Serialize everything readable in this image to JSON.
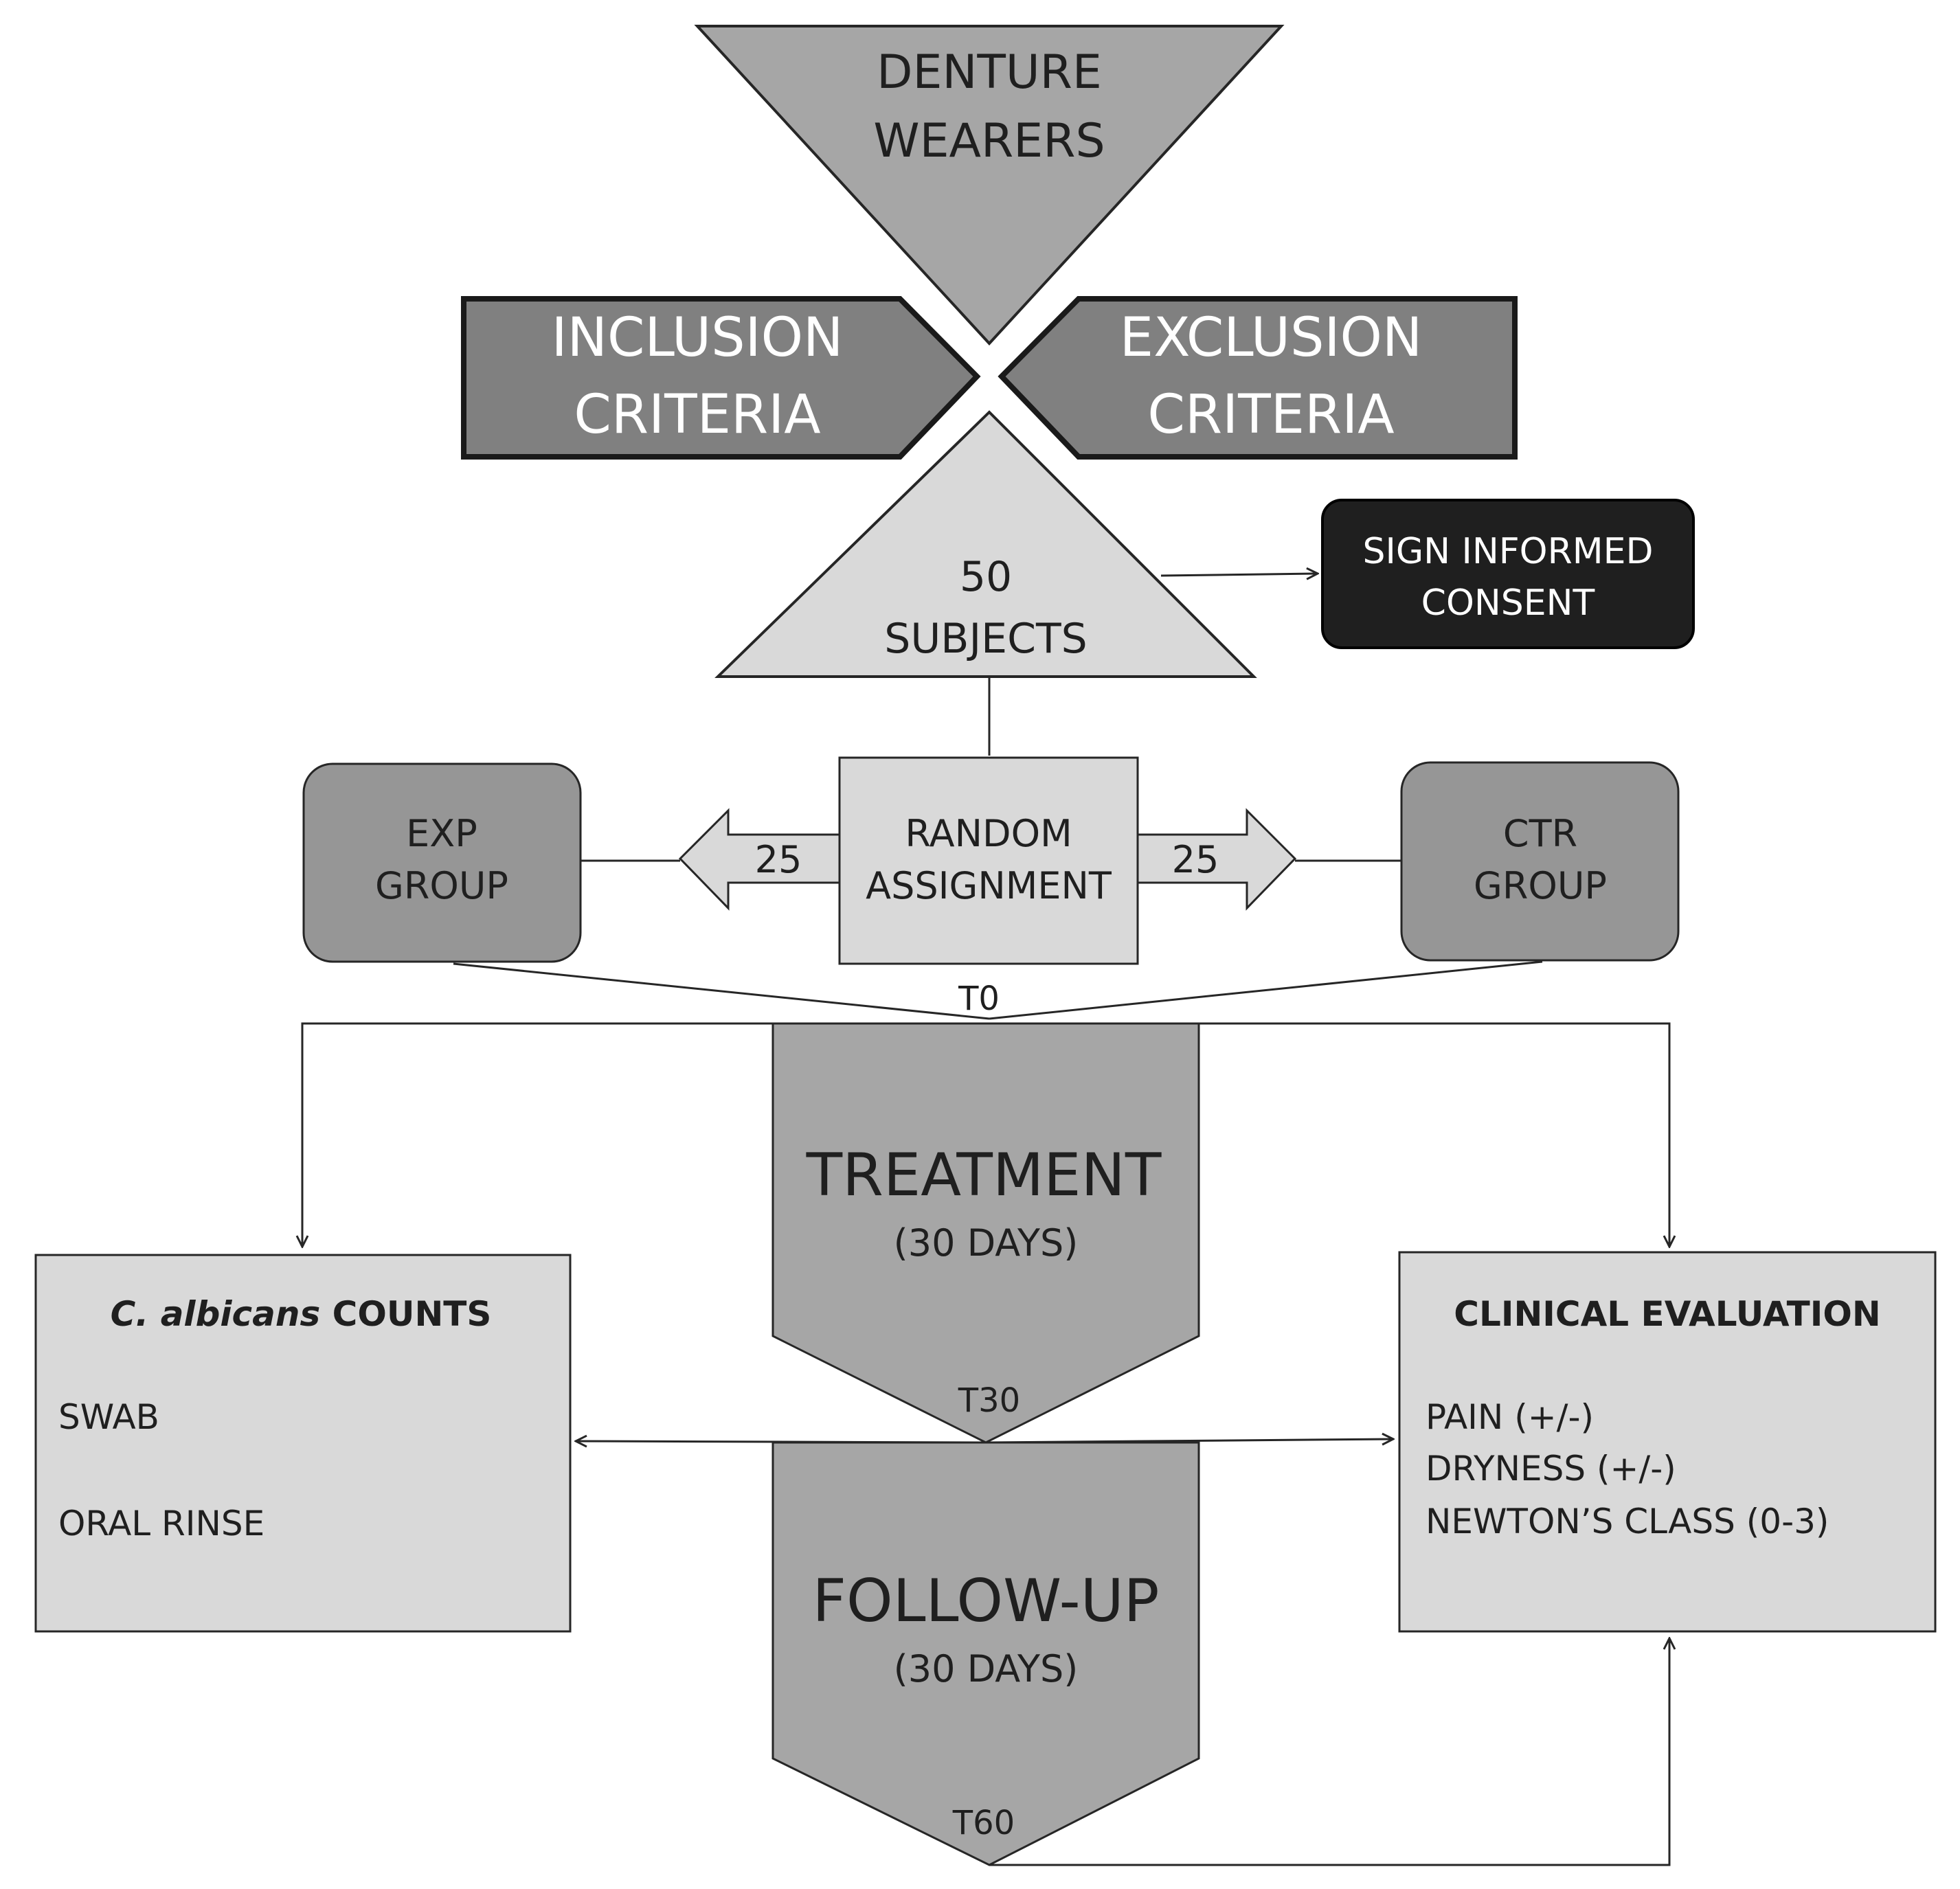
{
  "top_funnel": {
    "line1": "DENTURE",
    "line2": "WEARERS"
  },
  "inclusion": {
    "line1": "INCLUSION",
    "line2": "CRITERIA"
  },
  "exclusion": {
    "line1": "EXCLUSION",
    "line2": "CRITERIA"
  },
  "subjects": {
    "line1": "50",
    "line2": "SUBJECTS"
  },
  "consent": {
    "line1": "SIGN INFORMED",
    "line2": "CONSENT"
  },
  "random": {
    "line1": "RANDOM",
    "line2": "ASSIGNMENT"
  },
  "exp_group": {
    "line1": "EXP",
    "line2": "GROUP"
  },
  "ctr_group": {
    "line1": "CTR",
    "line2": "GROUP"
  },
  "arrow_left_count": "25",
  "arrow_right_count": "25",
  "timepoints": {
    "t0": "T0",
    "t30": "T30",
    "t60": "T60"
  },
  "treatment": {
    "title": "TREATMENT",
    "duration": "(30 DAYS)"
  },
  "followup": {
    "title": "FOLLOW-UP",
    "duration": "(30 DAYS)"
  },
  "counts_box": {
    "title_italic": "C. albicans",
    "title_rest": " COUNTS",
    "items": [
      "SWAB",
      "ORAL RINSE"
    ]
  },
  "clinical_box": {
    "title": "CLINICAL EVALUATION",
    "items": [
      "PAIN (+/-)",
      "DRYNESS (+/-)",
      "NEWTON’S CLASS (0-3)"
    ]
  },
  "colors": {
    "light": "#d9d9d9",
    "mid": "#a6a6a6",
    "dark_box": "#808080",
    "group": "#969696",
    "black_box": "#1f1f1f",
    "stroke": "#262626"
  }
}
